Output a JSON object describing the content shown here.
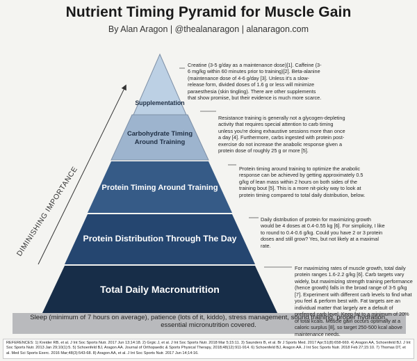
{
  "header": {
    "title": "Nutrient Timing Pyramid for Muscle Gain",
    "byline": "By Alan Aragon | @thealanaragon | alanaragon.com"
  },
  "arrow_label": "DIMINISHING IMPORTANCE",
  "tiers": [
    {
      "label": "Supplementation",
      "color": "#bcd0e4",
      "text_color": "#1f2f44",
      "description": "Creatine (3-5 g/day as a maintenance dose)[1]. Caffeine (3-6 mg/kg within 60 minutes prior to training)[2]. Beta-alanine (maintenance dose of 4-6 g/day [3]. Unless it's a slow-release form, divided doses of 1.6 g or less will minimize paraesthesia (skin tingling). There are other supplements that show promise, but their evidence is much more scarce."
    },
    {
      "label": "Carbohydrate Timing Around Training",
      "color": "#9db4ce",
      "text_color": "#1f2f44",
      "description": "Resistance training is generally not a glycogen-depleting activity that requires special attention to carb timing unless you're doing exhaustive sessions more than once a day [4]. Furthermore, carbs ingested with protein post-exercise do not increase the anabolic response given a protein dose of roughly 25 g or more [5]."
    },
    {
      "label": "Protein Timing Around Training",
      "color": "#365b87",
      "text_color": "#ffffff",
      "description": "Protein timing around training to optimize the anabolic response can be achieved by getting approximately 0.5 g/kg of lean mass within 2 hours on both sides of the training bout [5]. This is a more nit-picky way to look at protein timing compared to total daily distribution, below."
    },
    {
      "label": "Protein Distribution Through The Day",
      "color": "#254670",
      "text_color": "#ffffff",
      "description": "Daily distribution of protein for maximizing growth would be 4 doses at 0.4-0.55 kg [6]. For simplicity, I like to round to 0.4-0.6 g/kg. Could you have 2 or 3 protein doses and still grow? Yes, but not likely at a maximal rate."
    },
    {
      "label": "Total Daily Macronutrition",
      "color": "#172d48",
      "text_color": "#ffffff",
      "description": "For maximizing rates of muscle growth, total daily protein ranges 1.6-2.2 g/kg [6]. Carb targets vary widely, but maximizing strength training performance (hence growth) falls in the broad range of 3-5 g/kg [7]. Experiment with different carb levels to find what you feel & perform best with. Fat targets are an individual matter that largely are a default of preferred carb level. Keep fat to a minimum of 20% of total kcals. Muscle gain occurs optimally at a caloric surplus [8], so target 250-500 kcal above maintenance needs."
    }
  ],
  "base": {
    "color": "#b9babd",
    "text": "Sleep (minimum of 7 hours on average), patience (lots of it, kiddo), stress management, sound training, proper hydration, essential micronutrition covered."
  },
  "references": "REFERENCES: 1) Kreider RB, et al. J Int Soc Sports Nutr. 2017 Jun 13;14:18. 2) Grgic J, et al. J Int Soc Sports Nutr. 2018 Mar 5;15:11. 3) Saunders B, et al. Br J Sports Med. 2017 Apr;51(8):658-669. 4) Aragon AA, Schoenfeld BJ. J Int Soc Sports Nutr. 2013 Jan 29;10(1):5. 5) Schoenfeld BJ, Aragon AA. Journal of Orthopaedic & Sports Physical Therapy, 2018;48(12):911-914. 6) Schoenfeld BJ, Aragon AA. J Int Soc Sports Nutr. 2018 Feb 27;15:10. 7) Thomas DT, et al. Med Sci Sports Exerc. 2016 Mar;48(3):543-68. 8) Aragon AA, et al. J Int Soc Sports Nutr. 2017 Jun 14;14:16."
}
